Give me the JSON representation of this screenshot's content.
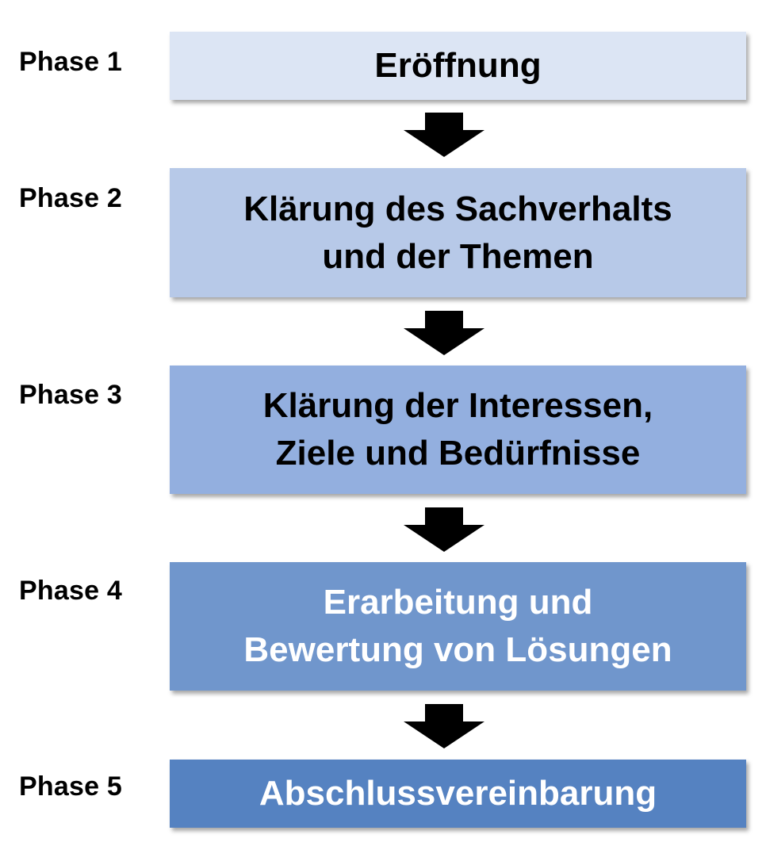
{
  "phases": [
    {
      "label": "Phase 1",
      "lines": [
        "Eröffnung"
      ],
      "bg": "#dce5f4",
      "text_color": "#000000"
    },
    {
      "label": "Phase 2",
      "lines": [
        "Klärung des Sachverhalts",
        "und der Themen"
      ],
      "bg": "#b7c9e8",
      "text_color": "#000000"
    },
    {
      "label": "Phase 3",
      "lines": [
        "Klärung der Interessen,",
        "Ziele und Bedürfnisse"
      ],
      "bg": "#93afdf",
      "text_color": "#000000"
    },
    {
      "label": "Phase 4",
      "lines": [
        "Erarbeitung und",
        "Bewertung von Lösungen"
      ],
      "bg": "#7096cc",
      "text_color": "#ffffff"
    },
    {
      "label": "Phase 5",
      "lines": [
        "Abschlussvereinbarung"
      ],
      "bg": "#5582c1",
      "text_color": "#ffffff"
    }
  ],
  "arrow_color": "#000000",
  "arrow_icon": "down-arrow-icon"
}
